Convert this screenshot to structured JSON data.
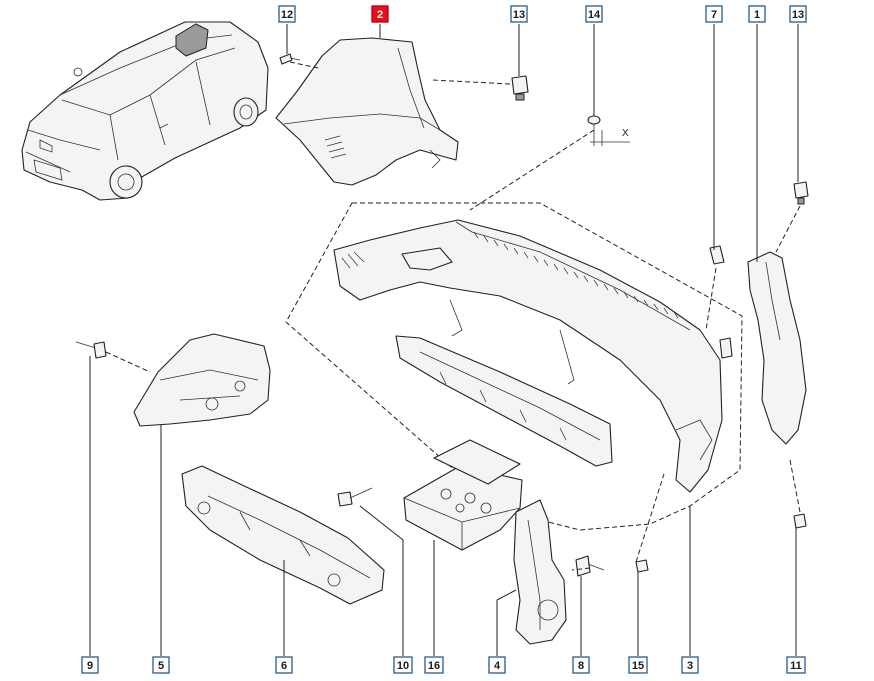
{
  "diagram": {
    "callouts": [
      {
        "id": "c12",
        "label": "12"
      },
      {
        "id": "c2",
        "label": "2",
        "highlight": true
      },
      {
        "id": "c13a",
        "label": "13"
      },
      {
        "id": "c14",
        "label": "14"
      },
      {
        "id": "c7",
        "label": "7"
      },
      {
        "id": "c1",
        "label": "1"
      },
      {
        "id": "c13b",
        "label": "13"
      },
      {
        "id": "c9",
        "label": "9"
      },
      {
        "id": "c5",
        "label": "5"
      },
      {
        "id": "c6",
        "label": "6"
      },
      {
        "id": "c10",
        "label": "10"
      },
      {
        "id": "c16",
        "label": "16"
      },
      {
        "id": "c4",
        "label": "4"
      },
      {
        "id": "c8",
        "label": "8"
      },
      {
        "id": "c15",
        "label": "15"
      },
      {
        "id": "c3",
        "label": "3"
      },
      {
        "id": "c11",
        "label": "11"
      }
    ],
    "dimension_label": "X",
    "colors": {
      "callout_border": "#2a5a8c",
      "highlight": "#e8101c",
      "line": "#222222"
    }
  }
}
